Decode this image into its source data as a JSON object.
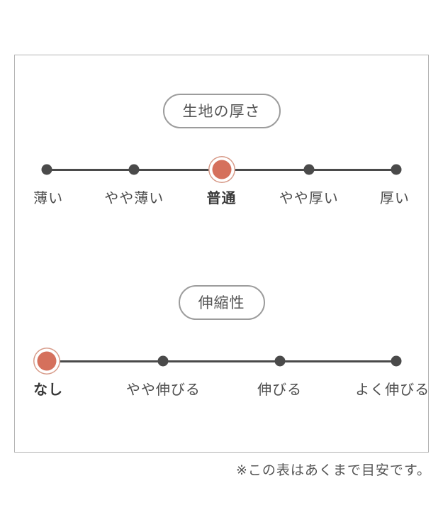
{
  "panel": {
    "note": "※この表はあくまで目安です。"
  },
  "colors": {
    "accent": "#d5705c",
    "accent_ring": "#d79a88",
    "dot": "#4a4a4a",
    "line": "#4a4a4a",
    "box_border": "#b3b3b3",
    "text": "#4c4c4c",
    "badge_border": "#9c9c9c",
    "background": "#ffffff"
  },
  "chart_data": [
    {
      "type": "scale",
      "title": "生地の厚さ",
      "categories": [
        "薄い",
        "やや薄い",
        "普通",
        "やや厚い",
        "厚い"
      ],
      "selected_index": 2,
      "selected_label": "普通",
      "points": 5
    },
    {
      "type": "scale",
      "title": "伸縮性",
      "categories": [
        "なし",
        "やや伸びる",
        "伸びる",
        "よく伸びる"
      ],
      "selected_index": 0,
      "selected_label": "なし",
      "points": 4
    }
  ]
}
